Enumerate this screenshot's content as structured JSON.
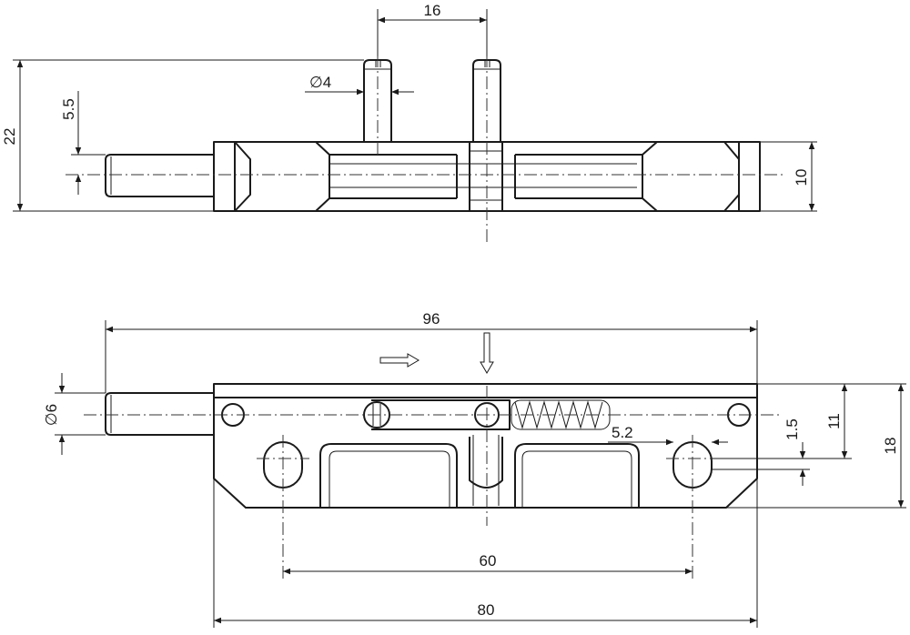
{
  "drawing": {
    "dimensions": {
      "top_pin_spacing": "16",
      "pin_diameter": "∅4",
      "overall_height": "22",
      "bolt_offset": "5.5",
      "body_height_side": "10",
      "overall_length": "96",
      "bolt_diameter": "∅6",
      "slot_width": "5.2",
      "slot_offset": "1.5",
      "bolt_axis_height": "11",
      "body_height": "18",
      "hole_spacing": "60",
      "body_length": "80"
    },
    "colors": {
      "line": "#1a1a1a",
      "background": "#ffffff"
    }
  }
}
